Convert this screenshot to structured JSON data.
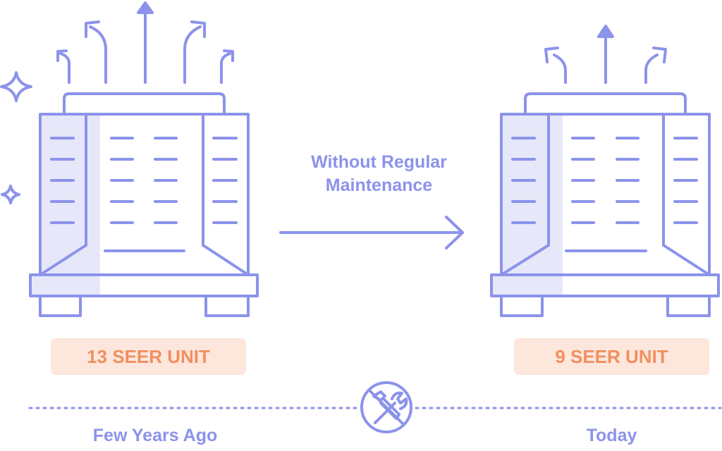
{
  "colors": {
    "stroke": "#8c93ea",
    "fill_light": "#e6e8fa",
    "badge_bg": "#fde6dc",
    "badge_text": "#f0905f"
  },
  "left_unit": {
    "label": "13 SEER UNIT"
  },
  "right_unit": {
    "label": "9 SEER UNIT"
  },
  "transition": {
    "line1": "Without Regular",
    "line2": "Maintenance"
  },
  "timeline": {
    "left": "Few Years Ago",
    "right": "Today"
  },
  "icons": [
    "sparkle-icon",
    "no-tools-icon",
    "arrow-right-icon"
  ]
}
